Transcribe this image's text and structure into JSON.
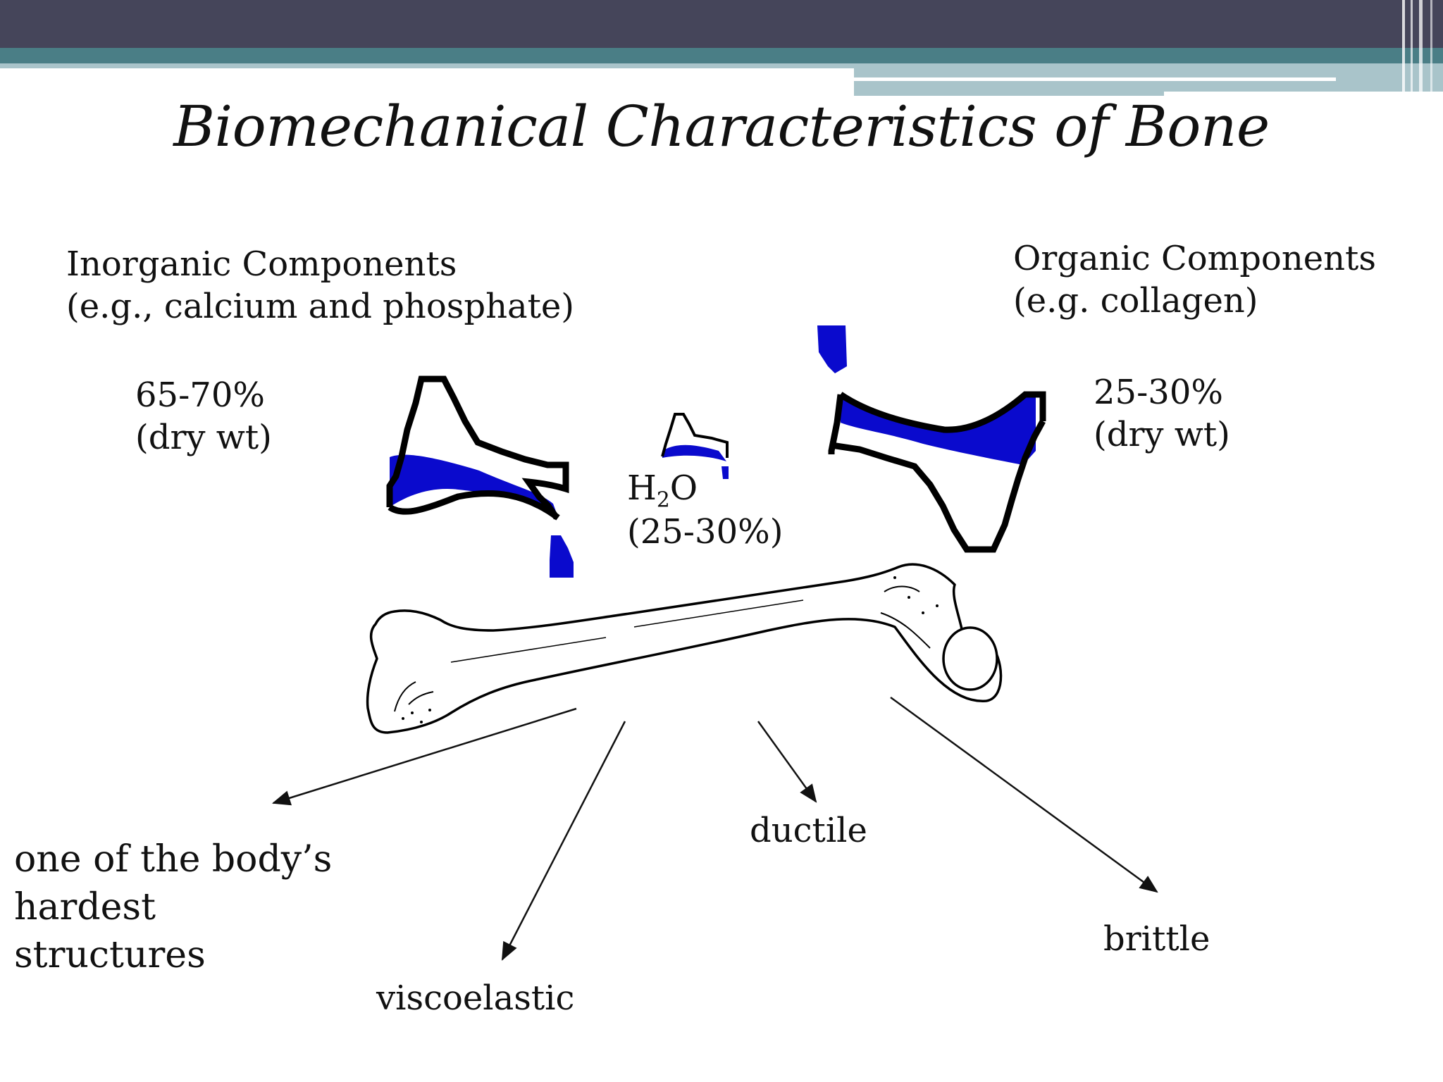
{
  "slide": {
    "title": "Biomechanical Characteristics of Bone",
    "colors": {
      "header_bar": "#45455A",
      "accent_teal": "#4A7E86",
      "accent_light": "#A9C4CA",
      "fill_blue": "#0A0ACD",
      "outline": "#000000"
    }
  },
  "inorganic": {
    "heading": "Inorganic Components",
    "example": "(e.g., calcium and phosphate)",
    "percent": "65-70%",
    "basis": "(dry wt)"
  },
  "organic": {
    "heading": "Organic Components",
    "example": "(e.g. collagen)",
    "percent": "25-30%",
    "basis": "(dry wt)"
  },
  "water": {
    "h": "H",
    "sub": "2",
    "o": "O",
    "percent": "(25-30%)"
  },
  "properties": {
    "hardest": [
      "one of the body’s",
      "hardest",
      "structures"
    ],
    "viscoelastic": "viscoelastic",
    "ductile": "ductile",
    "brittle": "brittle"
  },
  "icons": [
    "header-bar",
    "bone-illustration",
    "pouring-cup-inorganic",
    "pouring-cup-water",
    "pouring-cup-organic",
    "arrow-icon"
  ]
}
